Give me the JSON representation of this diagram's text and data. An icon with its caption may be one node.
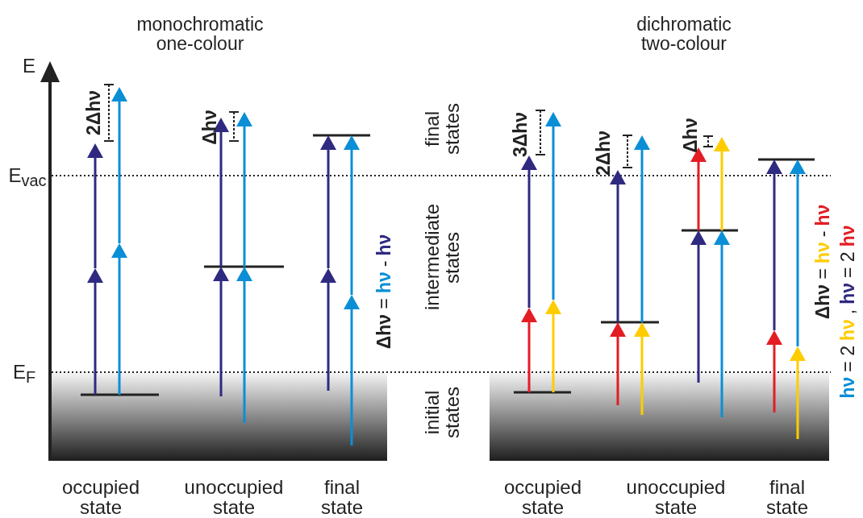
{
  "diagram": {
    "labels": [
      "monochromatic one-colour",
      "dichromatic two-colour",
      "E",
      "E$_{vac}$",
      "E$_{F}$",
      "2Δhν",
      "Δhν",
      "final states",
      "intermediate states",
      "initial states",
      "3Δhν",
      "2Δhν",
      "Δhν",
      "**Δhν** =",
      "hν",
      "-",
      "hν",
      "**Δhν** =",
      "hν",
      "-",
      "hν",
      "hν",
      "= 2",
      "hν",
      ",",
      "hν",
      "= 2",
      "hν",
      "occupied state",
      "unoccupied state",
      "final state",
      "occupied state",
      "unoccupied state",
      "final state"
    ]
  }
}
